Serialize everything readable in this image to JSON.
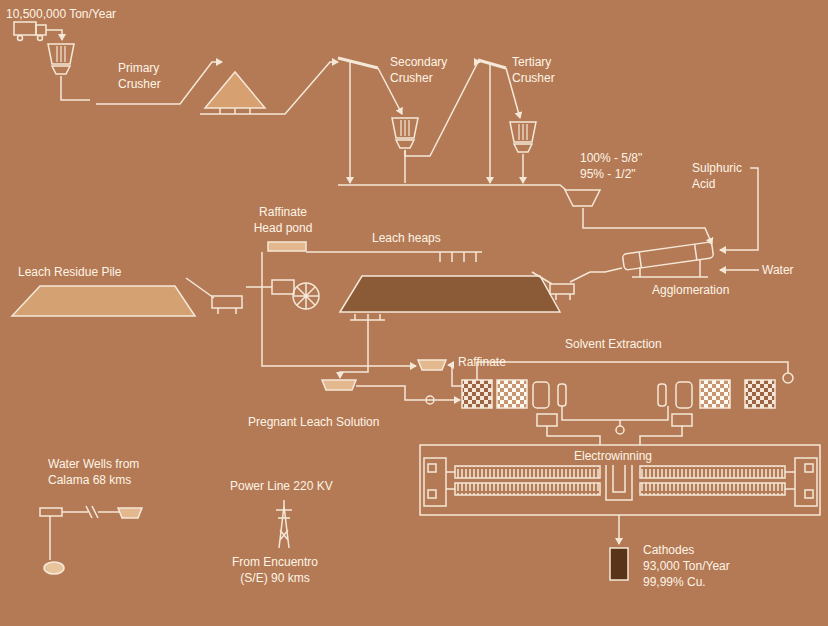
{
  "diagram": {
    "labels": [
      "10,500,000 Ton/Year",
      "Primary Crusher",
      "Secondary Crusher",
      "Tertiary Crusher",
      "100% - 5/8\"",
      "95% - 1/2\"",
      "Sulphuric Acid",
      "Raffinate Head pond",
      "Leach heaps",
      "Water",
      "Agglomeration",
      "Leach Residue Pile",
      "Solvent Extraction",
      "Raffinate",
      "Pregnant Leach Solution",
      "Electrowinning",
      "Water Wells from Calama 68 kms",
      "Power Line 220 KV",
      "From Encuentro (S/E) 90 kms",
      "Cathodes 93,000 Ton/Year 99,99% Cu."
    ]
  }
}
